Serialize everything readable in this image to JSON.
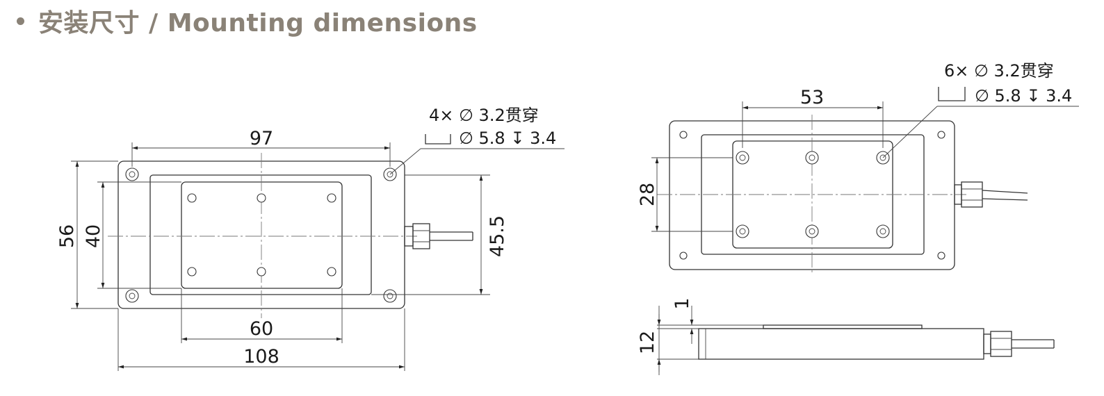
{
  "header": {
    "title": "安装尺寸 / Mounting dimensions"
  },
  "left_view": {
    "dim_97": "97",
    "dim_108": "108",
    "dim_60": "60",
    "dim_56": "56",
    "dim_40": "40",
    "dim_45_5": "45.5",
    "hole_note_line1": "4× ∅ 3.2贯穿",
    "hole_note_line2": "∅ 5.8 ↧ 3.4"
  },
  "right_view": {
    "dim_53": "53",
    "dim_28": "28",
    "hole_note_line1": "6× ∅ 3.2贯穿",
    "hole_note_line2": "∅ 5.8 ↧ 3.4"
  },
  "side_view": {
    "dim_1": "1",
    "dim_12": "12"
  },
  "colors": {
    "title": "#8a8277",
    "lines": "#333333"
  }
}
